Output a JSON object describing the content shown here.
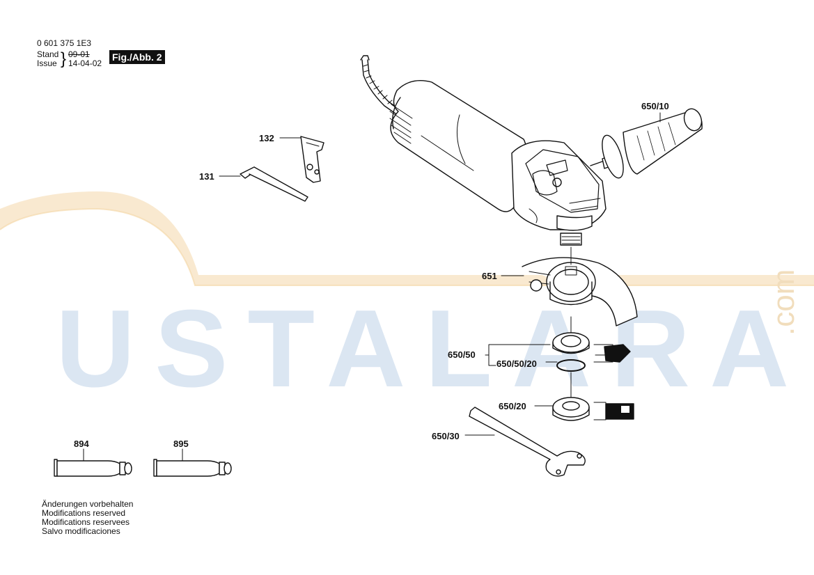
{
  "header": {
    "part_number": "0 601 375 1E3",
    "stand_label": "Stand",
    "issue_label": "Issue",
    "stand_date": "09-01",
    "issue_date": "14-04-02",
    "figure_label": "Fig./Abb. 2"
  },
  "watermark": {
    "main": "USTALARA",
    "suffix": ".com"
  },
  "callouts": {
    "c132": "132",
    "c131": "131",
    "c650_10": "650/10",
    "c651": "651",
    "c650_50": "650/50",
    "c650_50_20": "650/50/20",
    "c650_20": "650/20",
    "c650_30": "650/30",
    "c894": "894",
    "c895": "895"
  },
  "disclaimer": {
    "line1": "Änderungen vorbehalten",
    "line2": "Modifications reserved",
    "line3": "Modifications reservees",
    "line4": "Salvo modificaciones"
  }
}
